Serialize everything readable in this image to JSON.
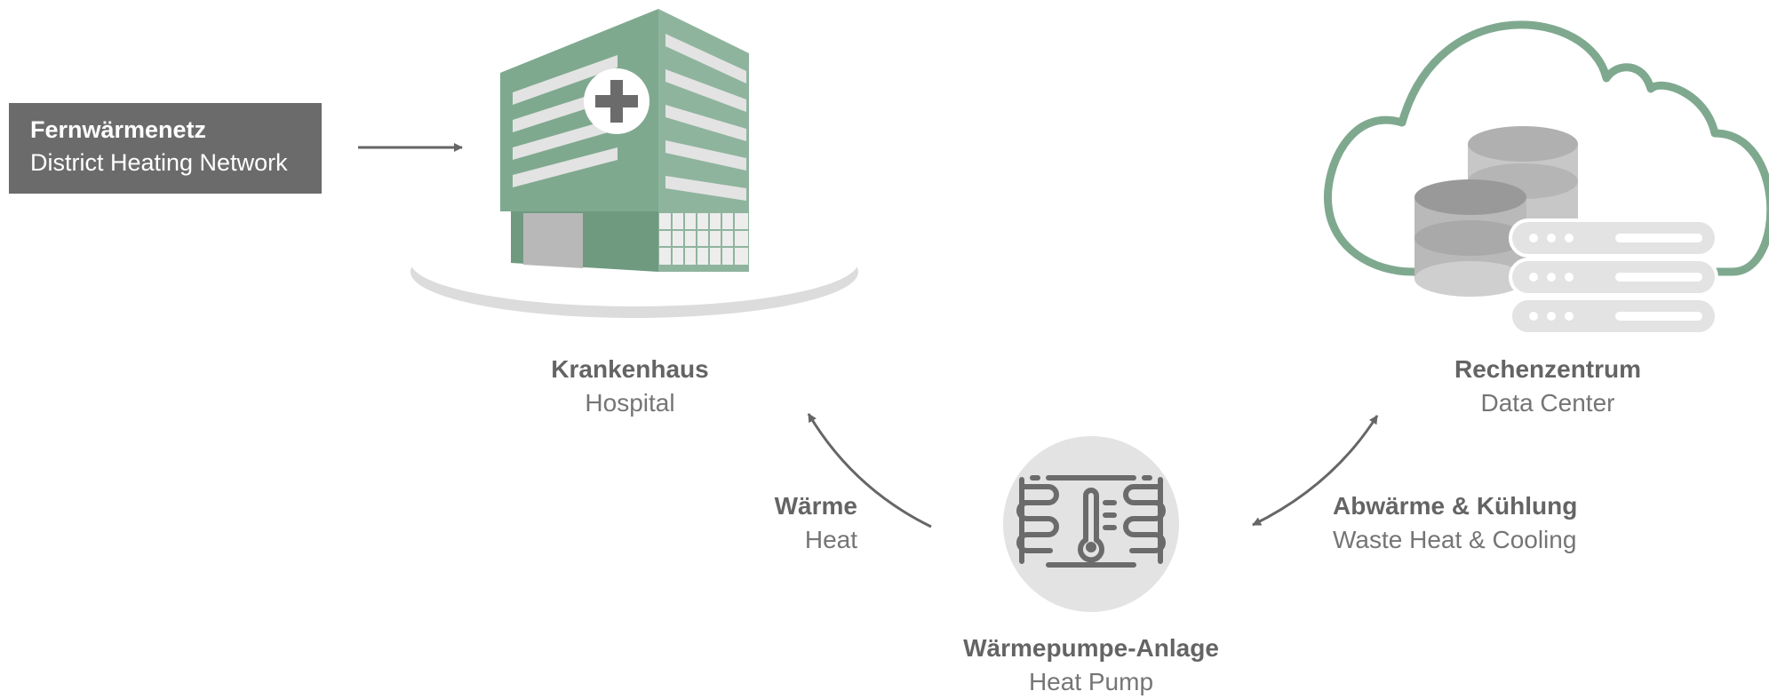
{
  "network": {
    "de": "Fernwärmenetz",
    "en": "District Heating Network"
  },
  "hospital": {
    "de": "Krankenhaus",
    "en": "Hospital"
  },
  "datacenter": {
    "de": "Rechenzentrum",
    "en": "Data Center"
  },
  "heatpump": {
    "de": "Wärmepumpe-Anlage",
    "en": "Heat Pump"
  },
  "heat_flow": {
    "de": "Wärme",
    "en": "Heat"
  },
  "waste_flow": {
    "de": "Abwärme & Kühlung",
    "en": "Waste Heat & Cooling"
  },
  "colors": {
    "green": "#7fa98f",
    "green_dark": "#6f9a80",
    "gray_dark": "#6b6b6b",
    "gray_light": "#dcdcdc",
    "arrow": "#666666"
  }
}
